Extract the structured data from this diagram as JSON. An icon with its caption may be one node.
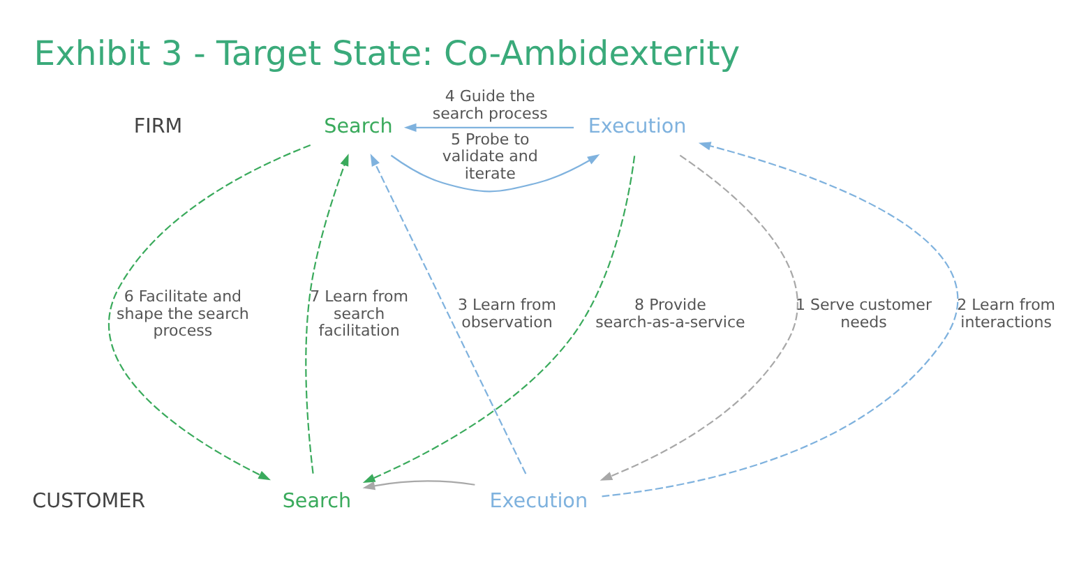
{
  "diagram": {
    "title": "Exhibit 3 - Target State: Co-Ambidexterity",
    "nodes": [
      {
        "text": [
          "Search"
        ]
      },
      {
        "text": [
          "Execution"
        ]
      },
      {
        "text": [
          "Search"
        ]
      },
      {
        "text": [
          "Execution"
        ]
      }
    ],
    "edges": [
      {
        "from": 1,
        "to": 0,
        "arrow": "to",
        "label": "4 Guide the search process",
        "color": "#7fb2de"
      },
      {
        "from": 0,
        "to": 1,
        "arrow": "to",
        "label": "5 Probe to validate and iterate",
        "color": "#7fb2de"
      },
      {
        "from": 1,
        "to": 3,
        "arrow": "to",
        "label": "1 Serve customer needs",
        "style": "dashed",
        "color": "#a8a8a8"
      },
      {
        "from": 3,
        "to": 1,
        "arrow": "to",
        "label": "2 Learn from interactions",
        "style": "dashed",
        "color": "#7fb2de"
      },
      {
        "from": 3,
        "to": 0,
        "arrow": "to",
        "label": "3 Learn from observation",
        "style": "dashed",
        "color": "#7fb2de"
      },
      {
        "from": 0,
        "to": 2,
        "arrow": "to",
        "label": "6 Facilitate and shape the search process",
        "style": "dashed",
        "color": "#3aaa5c"
      },
      {
        "from": 2,
        "to": 0,
        "arrow": "to",
        "label": "7 Learn from search facilitation",
        "style": "dashed",
        "color": "#3aaa5c"
      },
      {
        "from": 1,
        "to": 2,
        "arrow": "to",
        "label": "8 Provide search-as-a-service",
        "style": "dashed",
        "color": "#3aaa5c"
      },
      {
        "from": 3,
        "to": 2,
        "arrow": "to",
        "color": "#a8a8a8"
      }
    ],
    "labels": [
      "FIRM",
      "CUSTOMER"
    ]
  }
}
